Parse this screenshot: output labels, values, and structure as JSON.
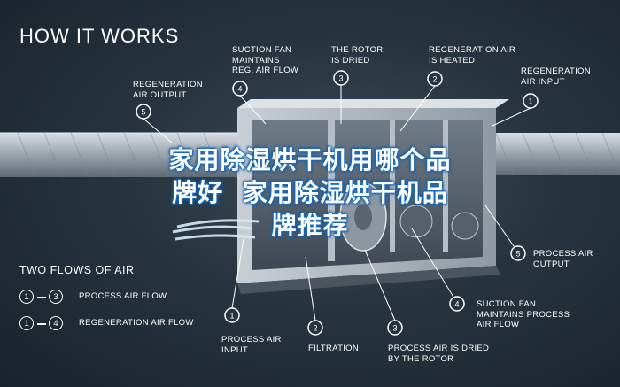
{
  "header": {
    "title": "HOW IT WORKS"
  },
  "callouts": [
    {
      "id": "c5_top",
      "number": "5",
      "text": "REGENERATION\nAIR OUTPUT"
    },
    {
      "id": "c4_top",
      "number": "4",
      "text": "SUCTION FAN\nMAINTAINS\nREG. AIR FLOW"
    },
    {
      "id": "c3_top",
      "number": "3",
      "text": "THE ROTOR\nIS DRIED"
    },
    {
      "id": "c2_top",
      "number": "2",
      "text": "REGENERATION AIR\nIS HEATED"
    },
    {
      "id": "c1_top",
      "number": "1",
      "text": "REGENERATION\nAIR INPUT"
    },
    {
      "id": "c5_right",
      "number": "5",
      "text": "PROCESS AIR\nOUTPUT"
    },
    {
      "id": "c4_right",
      "number": "4",
      "text": "SUCTION FAN\nMAINTAINS PROCESS\nAIR FLOW"
    },
    {
      "id": "c1_bottom",
      "number": "1",
      "text": "PROCESS AIR\nINPUT"
    },
    {
      "id": "c2_bottom",
      "number": "2",
      "text": "FILTRATION"
    },
    {
      "id": "c3_bottom",
      "number": "3",
      "text": "PROCESS AIR IS DRIED\nBY THE ROTOR"
    }
  ],
  "legend": {
    "title": "TWO FLOWS OF AIR",
    "rows": [
      {
        "from": "1",
        "to": "3",
        "label": "PROCESS AIR FLOW"
      },
      {
        "from": "1",
        "to": "4",
        "label": "REGENERATION AIR FLOW"
      }
    ]
  },
  "overlay": {
    "line1": "家用除湿烘干机用哪个品",
    "line2": "牌好  家用除湿烘干机品",
    "line3": "牌推荐"
  },
  "colors": {
    "badge_ring": "#ffffff",
    "overlay_glow": "#1b70c4",
    "airflow": "#d8ecf8"
  }
}
